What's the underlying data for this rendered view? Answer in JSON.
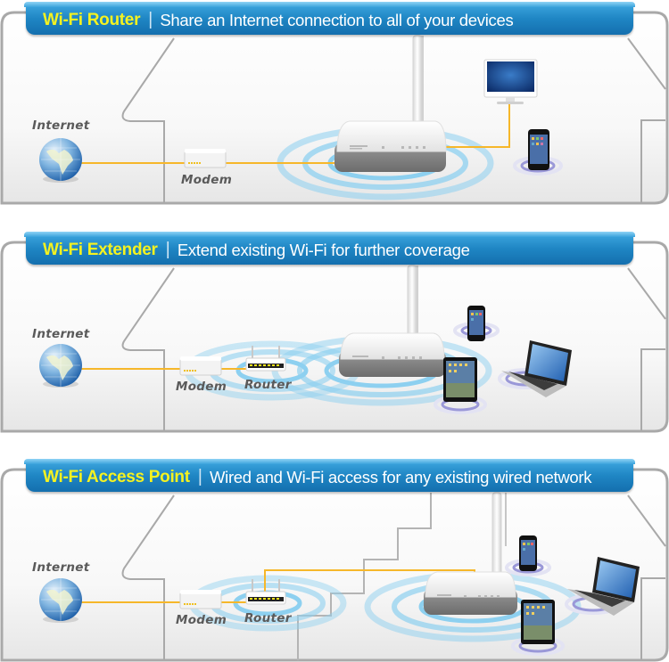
{
  "colors": {
    "banner_blue": "#1f86c4",
    "mode_title_yellow": "#f5f220",
    "cable_orange": "#f6b72a",
    "wifi_ring_blue": "#8dd0f0",
    "device_ring_purple": "#9a98d8",
    "label_gray": "#5a5a5a",
    "wall_gray": "#a9a9a9"
  },
  "panels": [
    {
      "mode": "Wi-Fi Router",
      "separator": "|",
      "description": "Share an Internet connection to all of your devices",
      "labels": {
        "internet": "Internet",
        "modem": "Modem"
      },
      "devices": [
        "globe-icon",
        "modem-icon",
        "wifi-router-icon",
        "monitor-icon",
        "smartphone-icon"
      ]
    },
    {
      "mode": "Wi-Fi Extender",
      "separator": "|",
      "description": "Extend existing Wi-Fi for further coverage",
      "labels": {
        "internet": "Internet",
        "modem": "Modem",
        "router": "Router"
      },
      "devices": [
        "globe-icon",
        "modem-icon",
        "router-icon",
        "wifi-extender-icon",
        "smartphone-icon",
        "tablet-icon",
        "laptop-icon"
      ]
    },
    {
      "mode": "Wi-Fi Access Point",
      "separator": "|",
      "description": "Wired and Wi-Fi access for any existing wired network",
      "labels": {
        "internet": "Internet",
        "modem": "Modem",
        "router": "Router"
      },
      "devices": [
        "globe-icon",
        "modem-icon",
        "router-icon",
        "access-point-icon",
        "smartphone-icon",
        "tablet-icon",
        "laptop-icon"
      ]
    }
  ]
}
